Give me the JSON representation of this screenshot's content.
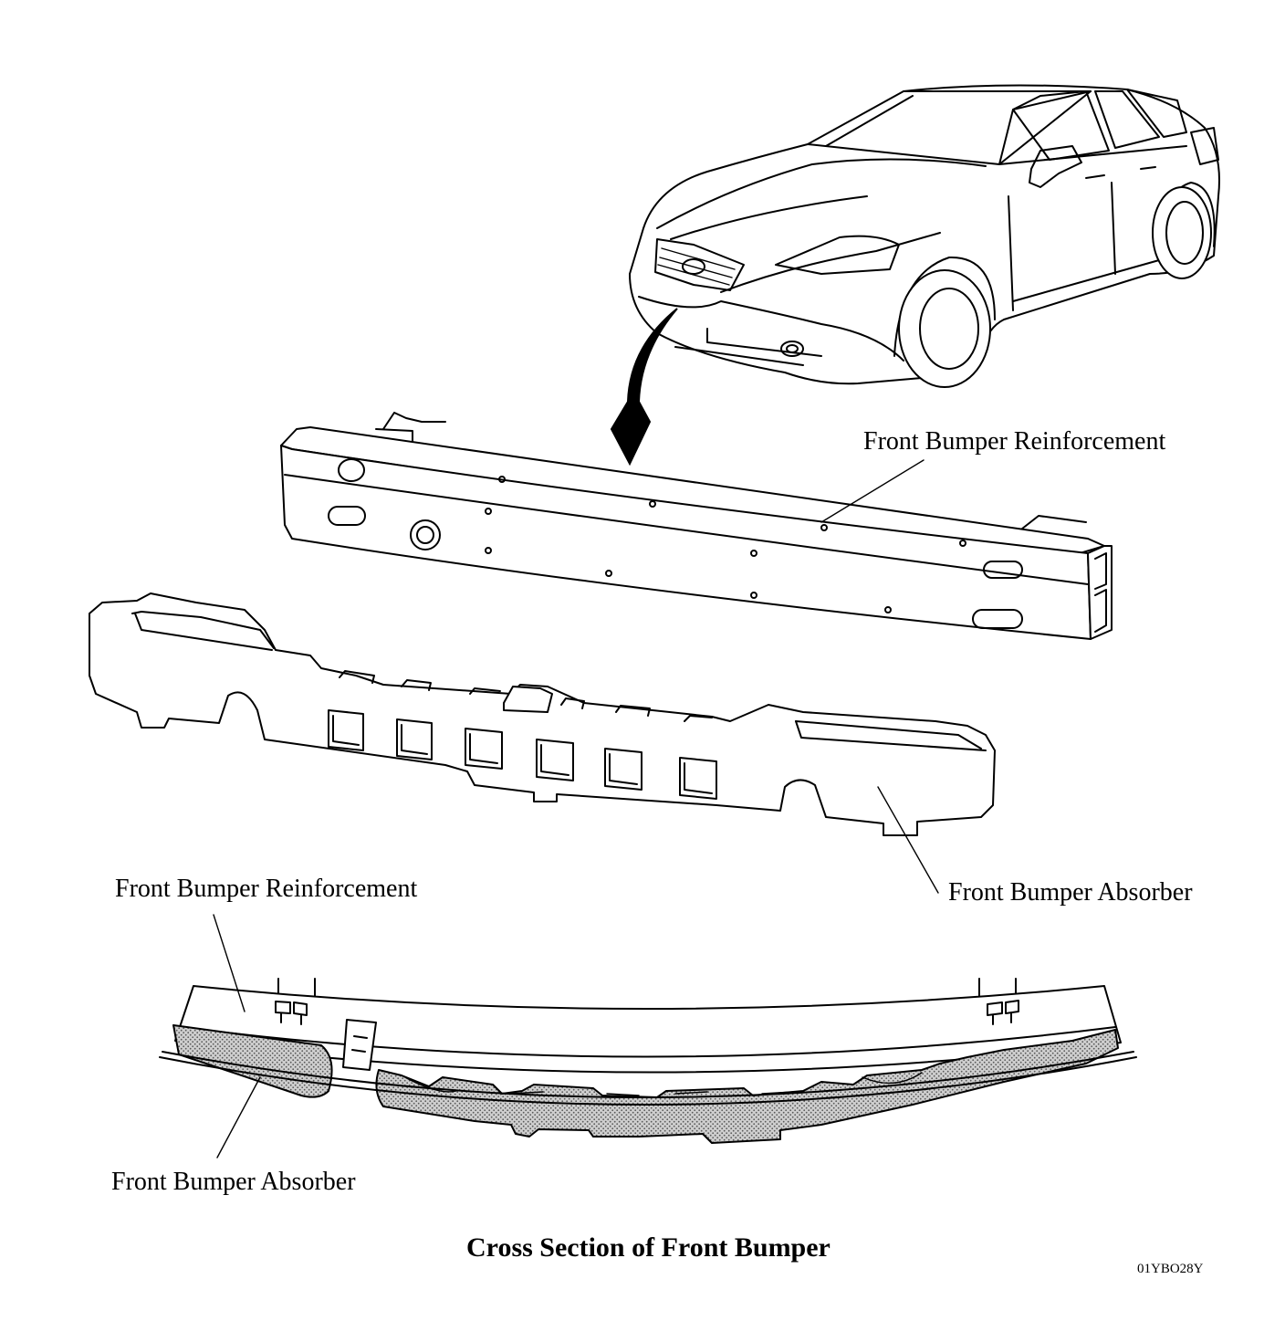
{
  "labels": {
    "reinforcement_top": "Front Bumper Reinforcement",
    "absorber_right": "Front Bumper Absorber",
    "reinforcement_section": "Front Bumper Reinforcement",
    "absorber_section": "Front Bumper Absorber"
  },
  "caption": "Cross Section of Front Bumper",
  "figure_code": "01YBO28Y"
}
